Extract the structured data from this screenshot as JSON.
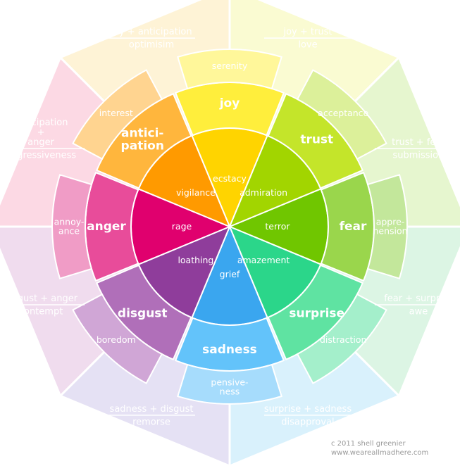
{
  "emotions": [
    {
      "key": "joy",
      "inner": "ecstacy",
      "mid": "joy",
      "outer": "serenity",
      "colors": [
        "#ffd400",
        "#ffee3c",
        "#fff79a"
      ]
    },
    {
      "key": "trust",
      "inner": "admiration",
      "mid": "trust",
      "outer": "acceptance",
      "colors": [
        "#a2d500",
        "#c4e52a",
        "#dcf09a"
      ]
    },
    {
      "key": "fear",
      "inner": "terror",
      "mid": "fear",
      "outer": [
        "appre-",
        "hension"
      ],
      "colors": [
        "#70c600",
        "#9ad64c",
        "#c3e79b"
      ]
    },
    {
      "key": "surprise",
      "inner": "amazement",
      "mid": "surprise",
      "outer": "distraction",
      "colors": [
        "#2bd68a",
        "#5fe3a2",
        "#a4efcb"
      ]
    },
    {
      "key": "sadness",
      "inner": "grief",
      "mid": "sadness",
      "outer": [
        "pensive-",
        "ness"
      ],
      "colors": [
        "#3aa6ef",
        "#63c3fa",
        "#a6dcfc"
      ]
    },
    {
      "key": "disgust",
      "inner": "loathing",
      "mid": "disgust",
      "outer": "boredom",
      "colors": [
        "#8f3d9b",
        "#b06fb9",
        "#d0a6d6"
      ]
    },
    {
      "key": "anger",
      "inner": "rage",
      "mid": "anger",
      "outer": [
        "annoy-",
        "ance"
      ],
      "colors": [
        "#e0006e",
        "#e84c9a",
        "#f09cc6"
      ]
    },
    {
      "key": "anticipation",
      "inner": "vigilance",
      "mid": [
        "antici-",
        "pation"
      ],
      "outer": "interest",
      "colors": [
        "#ff9a00",
        "#ffb63d",
        "#ffd490"
      ]
    }
  ],
  "dyads": [
    {
      "pair": "joy + trust",
      "result": "love",
      "color": "#fafbd2"
    },
    {
      "pair": "trust + fear",
      "result": "submission",
      "color": "#e6f6cf"
    },
    {
      "pair": "fear + surprise",
      "result": "awe",
      "color": "#dcf5e4"
    },
    {
      "pair": "surprise + sadness",
      "result": "disapproval",
      "color": "#d9f1fc"
    },
    {
      "pair": "sadness + disgust",
      "result": "remorse",
      "color": "#e5e1f4"
    },
    {
      "pair": "disgust + anger",
      "result": "contempt",
      "color": "#f0dcee"
    },
    {
      "pair": [
        "anticipation",
        "+",
        "anger"
      ],
      "result": "aggressiveness",
      "color": "#fcd9e4"
    },
    {
      "pair": "joy + anticipation",
      "result": "optimisim",
      "color": "#fef3d6"
    }
  ],
  "credit": {
    "line1": "c 2011 shell greenier",
    "line2": "www.weareallmadhere.com"
  },
  "style": {
    "background": "#ffffff",
    "separator": "#ffffff"
  }
}
